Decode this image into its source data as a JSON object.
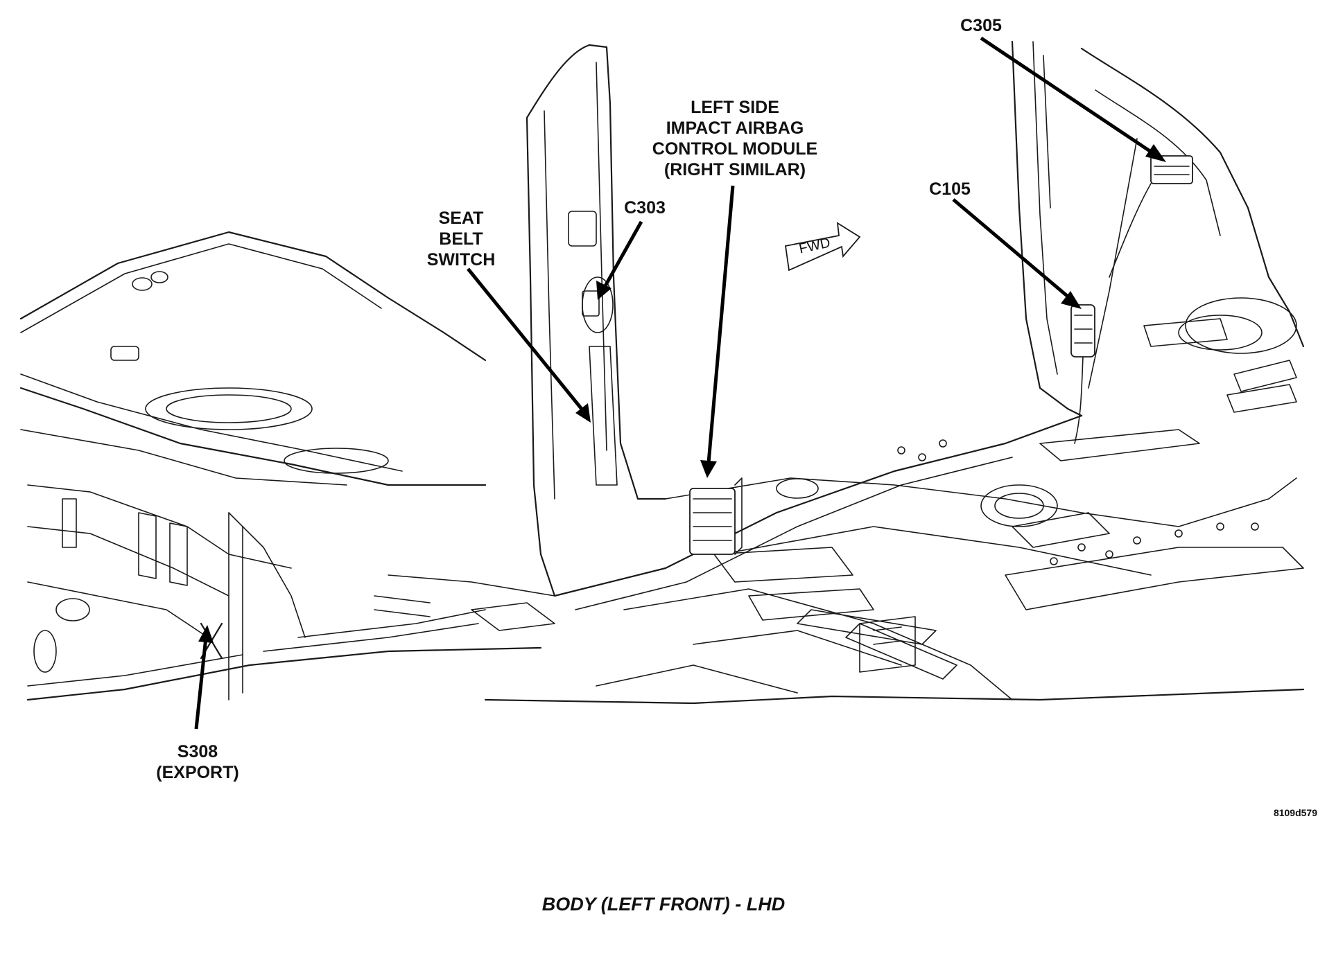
{
  "diagram": {
    "caption": "BODY (LEFT FRONT) - LHD",
    "figure_id": "8109d579",
    "fwd_marker": "FWD",
    "callouts": {
      "c305": "C305",
      "c105": "C105",
      "c303": "C303",
      "airbag_module": [
        "LEFT SIDE",
        "IMPACT AIRBAG",
        "CONTROL MODULE",
        "(RIGHT SIMILAR)"
      ],
      "seat_belt_switch": [
        "SEAT",
        "BELT",
        "SWITCH"
      ],
      "s308": [
        "S308",
        "(EXPORT)"
      ]
    }
  }
}
